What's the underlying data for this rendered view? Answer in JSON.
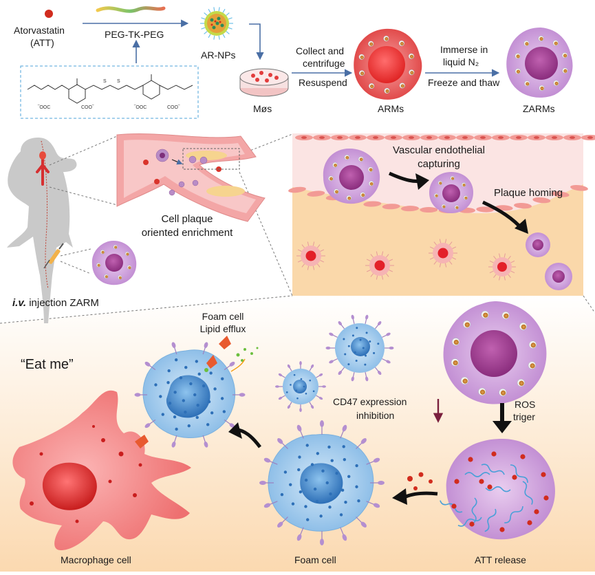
{
  "synthesis": {
    "drug_name": "Atorvastatin",
    "drug_abbr": "(ATT)",
    "polymer": "PEG-TK-PEG",
    "nanoparticle": "AR-NPs",
    "step1_top": "Collect and",
    "step1_mid": "centrifuge",
    "step1_bottom": "Resuspend",
    "cells_label": "Møs",
    "arms_label": "ARMs",
    "step2_top": "Immerse in",
    "step2_mid": "liquid N₂",
    "step2_bottom": "Freeze and thaw",
    "zarms_label": "ZARMs"
  },
  "delivery": {
    "injection_prefix": "i.v.",
    "injection_label": "injection ZARM",
    "enrichment_line1": "Cell plaque",
    "enrichment_line2": "oriented enrichment",
    "capture_line1": "Vascular endothelial",
    "capture_line2": "capturing",
    "homing": "Plaque homing"
  },
  "mechanism": {
    "eat_me": "“Eat me”",
    "efflux_line1": "Foam cell",
    "efflux_line2": "Lipid efflux",
    "cd47_line1": "CD47 expression",
    "cd47_line2": "inhibition",
    "ros_line1": "ROS",
    "ros_line2": "triger",
    "macrophage": "Macrophage cell",
    "foam_cell": "Foam cell",
    "att_release": "ATT release"
  },
  "colors": {
    "arrow_blue": "#4a6fa5",
    "zarm_purple": "#c79ad8",
    "macrophage_red": "#f08080",
    "foam_blue": "#a9cdee",
    "vessel_pink": "#f6c7c9",
    "plaque_yellow": "#f7d9a6",
    "cd47_arrow": "#7a1f3d"
  }
}
